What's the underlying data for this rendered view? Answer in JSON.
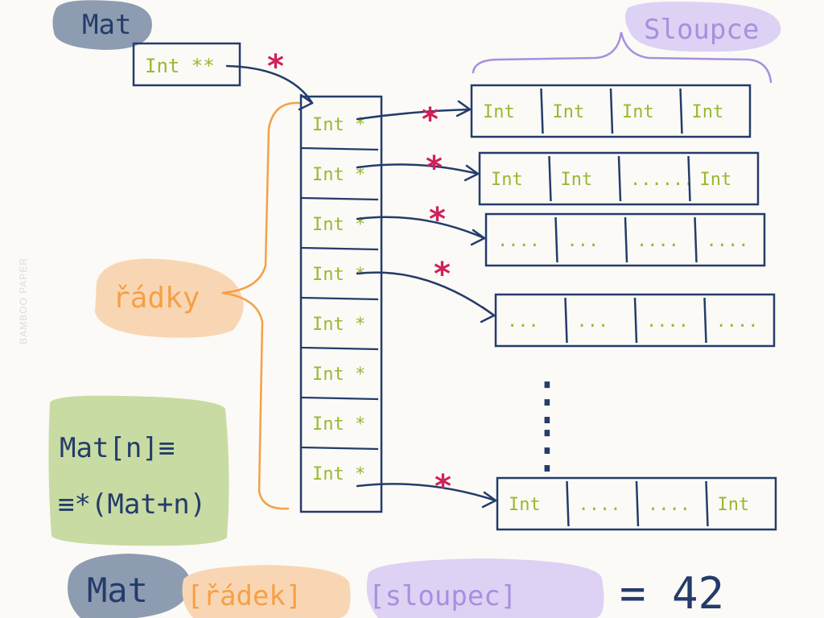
{
  "labels": {
    "mat": "Mat",
    "sloupce": "Sloupce",
    "radky": "řádky",
    "formula_line1": "Mat[n]≡",
    "formula_line2": "≡*(Mat+n)",
    "bottom_mat": "Mat",
    "bottom_radek": "[řádek]",
    "bottom_sloupec": "[sloupec]",
    "bottom_result": "= 42",
    "watermark": "BAMBOO PAPER"
  },
  "pointer_cell": "Int **",
  "column_cells": [
    "Int *",
    "Int *",
    "Int *",
    "Int *",
    "Int *",
    "Int *",
    "Int *",
    "Int *"
  ],
  "rows": [
    [
      "Int",
      "Int",
      "Int",
      "Int"
    ],
    [
      "Int",
      "Int",
      "......",
      "Int"
    ],
    [
      "....",
      "...",
      "....",
      "...."
    ],
    [
      "...",
      "...",
      "....",
      "...."
    ],
    [
      "Int",
      "....",
      "....",
      "Int"
    ]
  ],
  "dots": "⋮",
  "asterisk": "*",
  "colors": {
    "ink": "#243c6a",
    "green_text": "#9ab830",
    "pink": "#d0205a",
    "orange": "#f5a046",
    "orange_blob": "#f9d6b3",
    "purple": "#a98ee0",
    "purple_blob": "#ddd2f3",
    "grey_blob": "#8d9cb1",
    "green_blob": "#c8dba3"
  }
}
